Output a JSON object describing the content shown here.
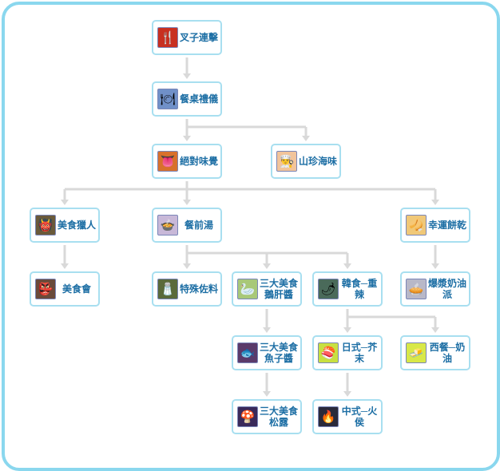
{
  "tree": {
    "nodes": [
      {
        "id": "fork-combo",
        "label": "叉子連擊",
        "icon": "fork-icon",
        "icon_bg": "#c83020",
        "glyph": "🍴"
      },
      {
        "id": "table-manners",
        "label": "餐桌禮儀",
        "icon": "plate-icon",
        "icon_bg": "#7090c8",
        "glyph": "🍽"
      },
      {
        "id": "absolute-taste",
        "label": "絕對味覺",
        "icon": "tongue-icon",
        "icon_bg": "#d8702c",
        "glyph": "👅"
      },
      {
        "id": "delicacies",
        "label": "山珍海味",
        "icon": "chef-icon",
        "icon_bg": "#f2c49a",
        "glyph": "👨‍🍳"
      },
      {
        "id": "gourmet-hunter",
        "label": "美食獵人",
        "icon": "hunter-mask-icon",
        "icon_bg": "#6a5a3a",
        "glyph": "👹"
      },
      {
        "id": "appetizer-soup",
        "label": "餐前湯",
        "icon": "soup-icon",
        "icon_bg": "#c8b8d8",
        "glyph": "🍲"
      },
      {
        "id": "fortune-cookie",
        "label": "幸運餅乾",
        "icon": "cookie-icon",
        "icon_bg": "#f0c878",
        "glyph": "🥠"
      },
      {
        "id": "gourmet-club",
        "label": "美食會",
        "icon": "gourmet-mask-icon",
        "icon_bg": "#6a4a3a",
        "glyph": "👺"
      },
      {
        "id": "special-seasoning",
        "label": "特殊佐料",
        "icon": "spice-pot-icon",
        "icon_bg": "#5a6a3a",
        "glyph": "🧂"
      },
      {
        "id": "foie-gras",
        "label": "三大美食 鵝肝醬",
        "icon": "goose-icon",
        "icon_bg": "#a8c878",
        "glyph": "🦢"
      },
      {
        "id": "korean-spicy",
        "label": "韓食─重辣",
        "icon": "spicy-pot-icon",
        "icon_bg": "#4a6a5a",
        "glyph": "🌶"
      },
      {
        "id": "cream-pie",
        "label": "爆漿奶油派",
        "icon": "pie-icon",
        "icon_bg": "#b8b8c8",
        "glyph": "🥧"
      },
      {
        "id": "caviar",
        "label": "三大美食 魚子醬",
        "icon": "caviar-icon",
        "icon_bg": "#5a3a6a",
        "glyph": "🐟"
      },
      {
        "id": "japanese-mustard",
        "label": "日式─芥末",
        "icon": "wasabi-icon",
        "icon_bg": "#c8e040",
        "glyph": "🍣"
      },
      {
        "id": "western-cream",
        "label": "西餐─奶油",
        "icon": "cream-icon",
        "icon_bg": "#d8e848",
        "glyph": "🧈"
      },
      {
        "id": "truffle",
        "label": "三大美食 松露",
        "icon": "truffle-icon",
        "icon_bg": "#3a2a5a",
        "glyph": "🍄"
      },
      {
        "id": "chinese-fire",
        "label": "中式─火侯",
        "icon": "fire-wok-icon",
        "icon_bg": "#2a2a3a",
        "glyph": "🔥"
      }
    ]
  },
  "colors": {
    "frame_border": "#8ad7ee",
    "node_border": "#a8dff0",
    "label_text": "#1c6ea4",
    "connector": "#d9d9d9"
  }
}
